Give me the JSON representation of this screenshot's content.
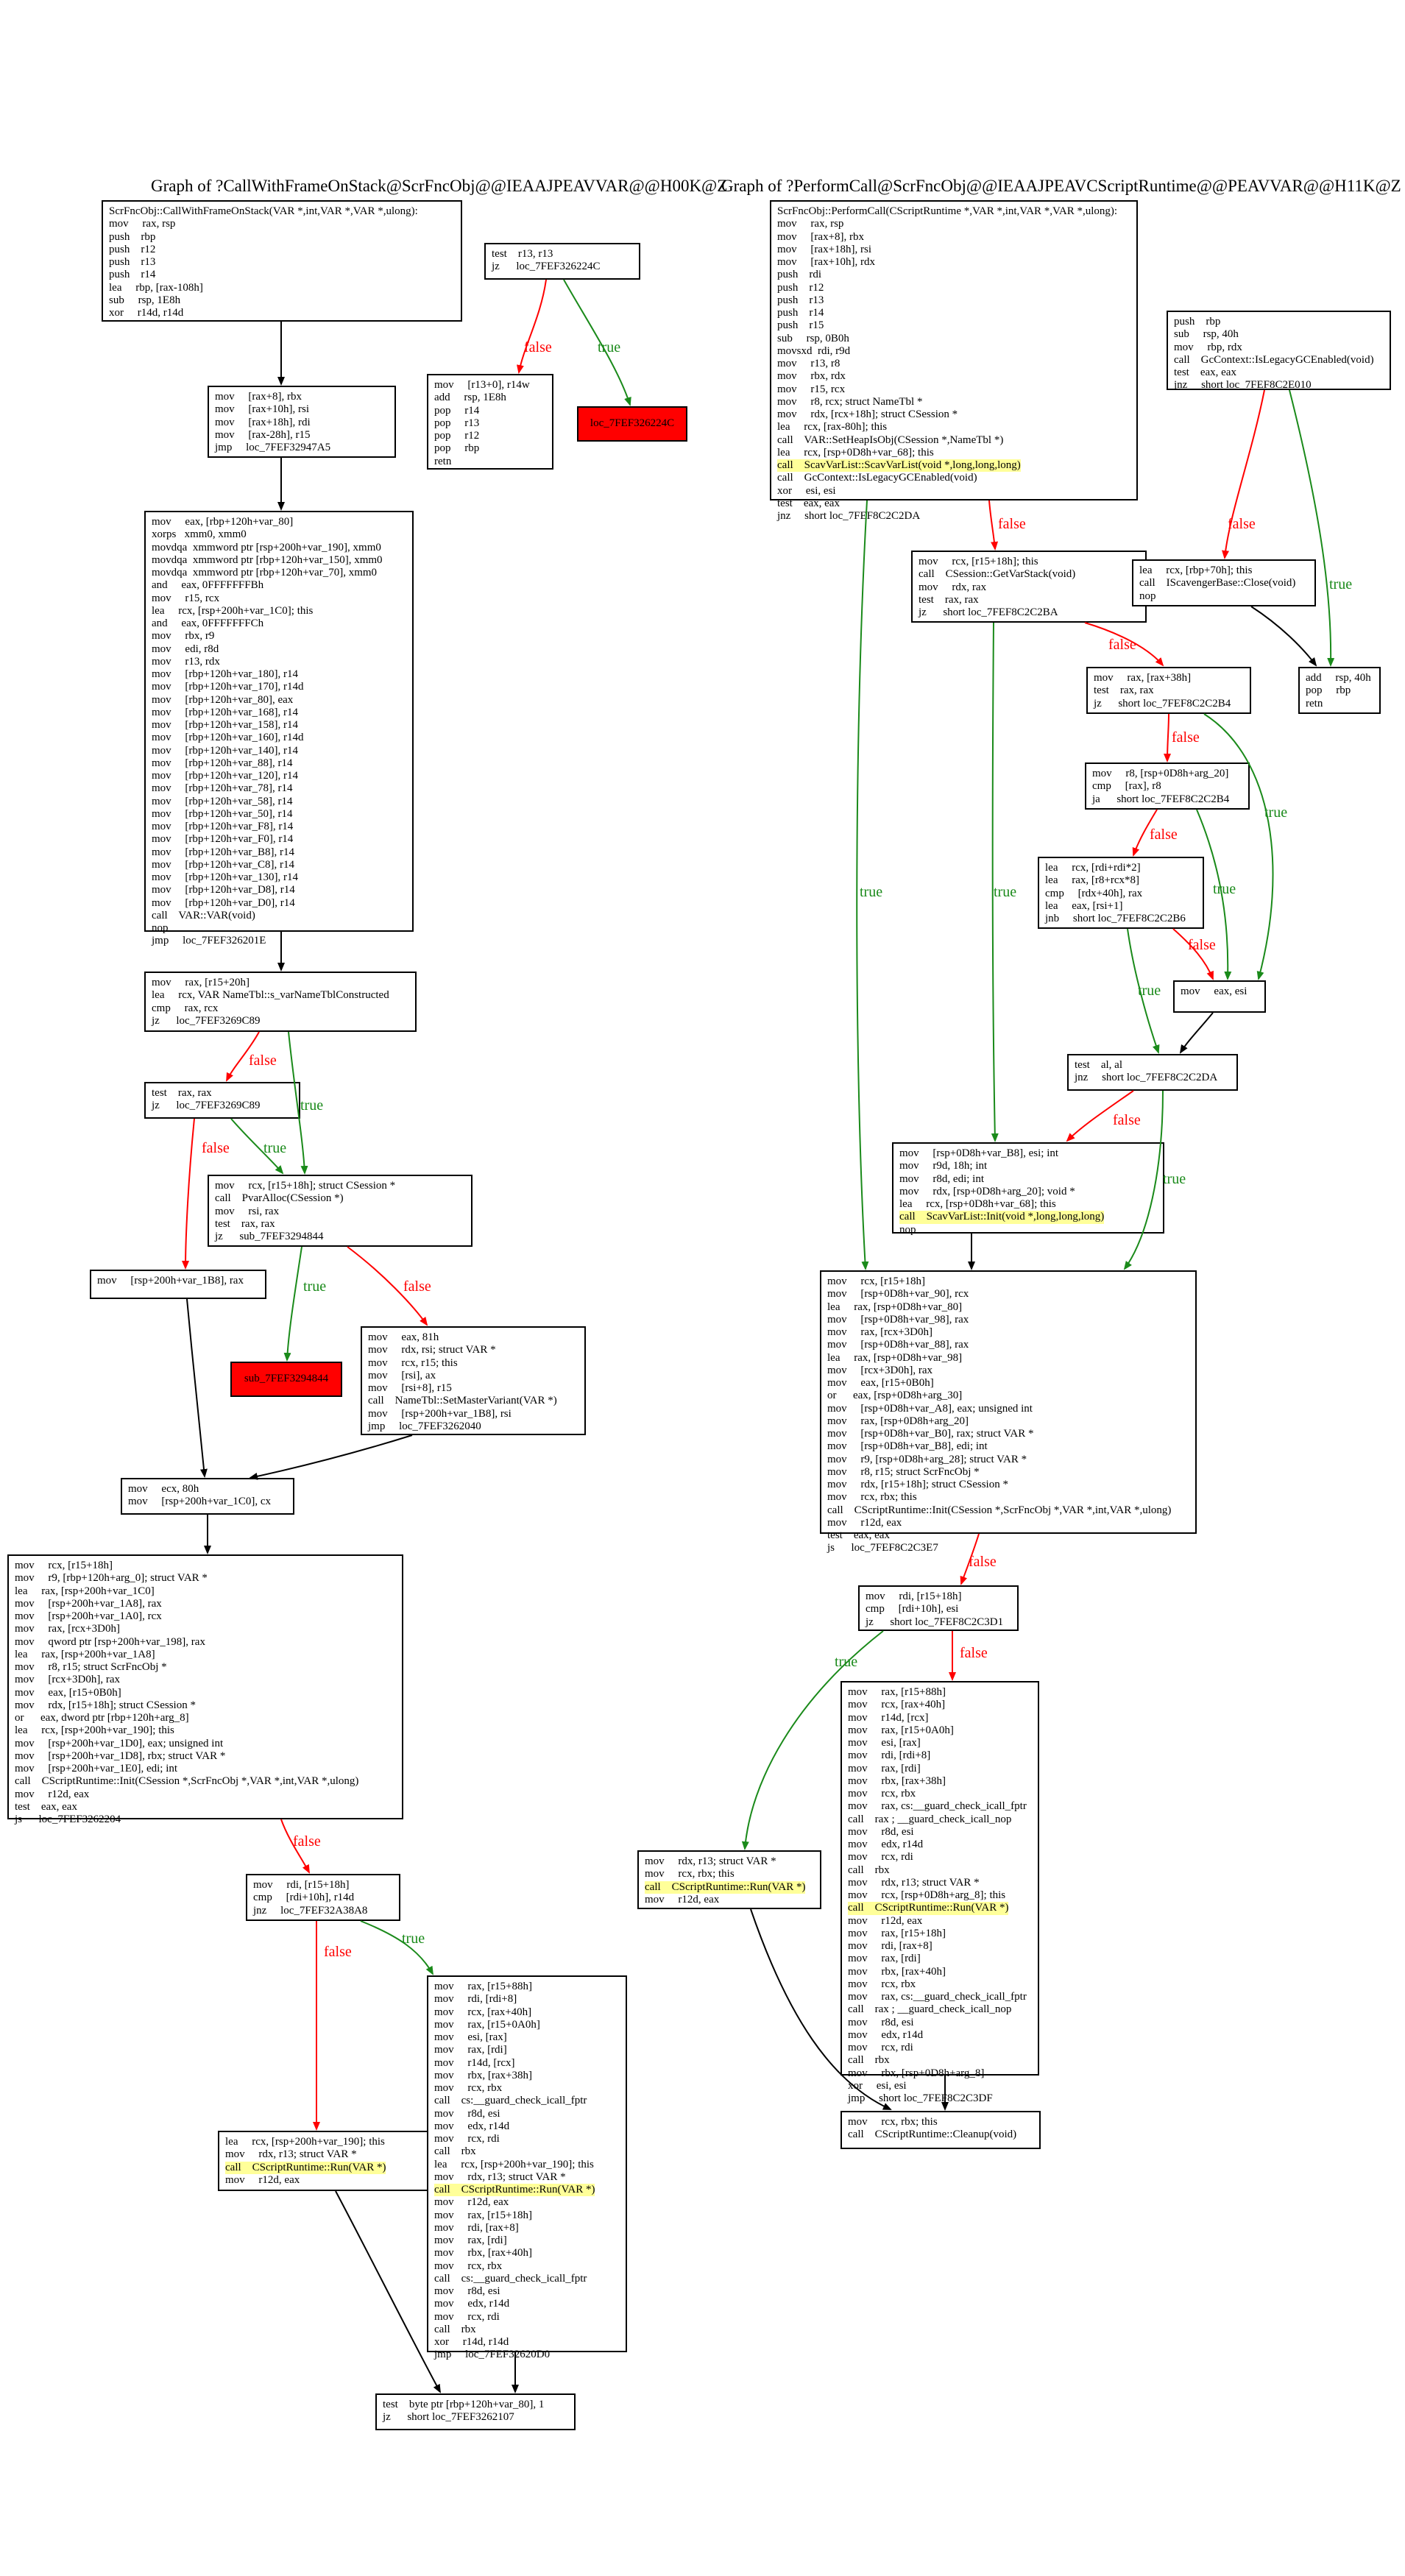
{
  "graphs": [
    {
      "title": "Graph of ?CallWithFrameOnStack@ScrFncObj@@IEAAJPEAVVAR@@H00K@Z"
    },
    {
      "title": "Graph of ?PerformCall@ScrFncObj@@IEAAJPEAVCScriptRuntime@@PEAVVAR@@H11K@Z"
    }
  ],
  "colors": {
    "true_edge": "#1a8a1a",
    "false_edge": "#ff0000",
    "error_node": "#ff0000",
    "highlight": "#ffff99"
  },
  "nodes": {
    "L1": [
      "ScrFncObj::CallWithFrameOnStack(VAR *,int,VAR *,VAR *,ulong):",
      "mov     rax, rsp",
      "push    rbp",
      "push    r12",
      "push    r13",
      "push    r14",
      "lea     rbp, [rax-108h]",
      "sub     rsp, 1E8h",
      "xor     r14d, r14d"
    ],
    "L2": [
      "test    r13, r13",
      "jz      loc_7FEF326224C"
    ],
    "L3": [
      "mov     [r13+0], r14w",
      "add     rsp, 1E8h",
      "pop     r14",
      "pop     r13",
      "pop     r12",
      "pop     rbp",
      "retn"
    ],
    "L4": [
      "loc_7FEF326224C"
    ],
    "L5": [
      "mov     [rax+8], rbx",
      "mov     [rax+10h], rsi",
      "mov     [rax+18h], rdi",
      "mov     [rax-28h], r15",
      "jmp     loc_7FEF32947A5"
    ],
    "L6": [
      "mov     eax, [rbp+120h+var_80]",
      "xorps   xmm0, xmm0",
      "movdqa  xmmword ptr [rsp+200h+var_190], xmm0",
      "movdqa  xmmword ptr [rbp+120h+var_150], xmm0",
      "movdqa  xmmword ptr [rbp+120h+var_70], xmm0",
      "and     eax, 0FFFFFFFBh",
      "mov     r15, rcx",
      "lea     rcx, [rsp+200h+var_1C0]; this",
      "and     eax, 0FFFFFFFCh",
      "mov     rbx, r9",
      "mov     edi, r8d",
      "mov     r13, rdx",
      "mov     [rbp+120h+var_180], r14",
      "mov     [rbp+120h+var_170], r14d",
      "mov     [rbp+120h+var_80], eax",
      "mov     [rbp+120h+var_168], r14",
      "mov     [rbp+120h+var_158], r14",
      "mov     [rbp+120h+var_160], r14d",
      "mov     [rbp+120h+var_140], r14",
      "mov     [rbp+120h+var_88], r14",
      "mov     [rbp+120h+var_120], r14",
      "mov     [rbp+120h+var_78], r14",
      "mov     [rbp+120h+var_58], r14",
      "mov     [rbp+120h+var_50], r14",
      "mov     [rbp+120h+var_F8], r14",
      "mov     [rbp+120h+var_F0], r14",
      "mov     [rbp+120h+var_B8], r14",
      "mov     [rbp+120h+var_C8], r14",
      "mov     [rbp+120h+var_130], r14",
      "mov     [rbp+120h+var_D8], r14",
      "mov     [rbp+120h+var_D0], r14",
      "call    VAR::VAR(void)",
      "nop",
      "jmp     loc_7FEF326201E"
    ],
    "L7": [
      "mov     rax, [r15+20h]",
      "lea     rcx, VAR NameTbl::s_varNameTblConstructed",
      "cmp     rax, rcx",
      "jz      loc_7FEF3269C89"
    ],
    "L8": [
      "test    rax, rax",
      "jz      loc_7FEF3269C89"
    ],
    "L9": [
      "mov     rcx, [r15+18h]; struct CSession *",
      "call    PvarAlloc(CSession *)",
      "mov     rsi, rax",
      "test    rax, rax",
      "jz      sub_7FEF3294844"
    ],
    "L10": [
      "mov     [rsp+200h+var_1B8], rax"
    ],
    "L11": [
      "sub_7FEF3294844"
    ],
    "L12": [
      "mov     eax, 81h",
      "mov     rdx, rsi; struct VAR *",
      "mov     rcx, r15; this",
      "mov     [rsi], ax",
      "mov     [rsi+8], r15",
      "call    NameTbl::SetMasterVariant(VAR *)",
      "mov     [rsp+200h+var_1B8], rsi",
      "jmp     loc_7FEF3262040"
    ],
    "L13": [
      "mov     ecx, 80h",
      "mov     [rsp+200h+var_1C0], cx"
    ],
    "L14": [
      "mov     rcx, [r15+18h]",
      "mov     r9, [rbp+120h+arg_0]; struct VAR *",
      "lea     rax, [rsp+200h+var_1C0]",
      "mov     [rsp+200h+var_1A8], rax",
      "mov     [rsp+200h+var_1A0], rcx",
      "mov     rax, [rcx+3D0h]",
      "mov     qword ptr [rsp+200h+var_198], rax",
      "lea     rax, [rsp+200h+var_1A8]",
      "mov     r8, r15; struct ScrFncObj *",
      "mov     [rcx+3D0h], rax",
      "mov     eax, [r15+0B0h]",
      "mov     rdx, [r15+18h]; struct CSession *",
      "or      eax, dword ptr [rbp+120h+arg_8]",
      "lea     rcx, [rsp+200h+var_190]; this",
      "mov     [rsp+200h+var_1D0], eax; unsigned int",
      "mov     [rsp+200h+var_1D8], rbx; struct VAR *",
      "mov     [rsp+200h+var_1E0], edi; int",
      "call    CScriptRuntime::Init(CSession *,ScrFncObj *,VAR *,int,VAR *,ulong)",
      "mov     r12d, eax",
      "test    eax, eax",
      "js      loc_7FEF3262204"
    ],
    "L15": [
      "mov     rdi, [r15+18h]",
      "cmp     [rdi+10h], r14d",
      "jnz     loc_7FEF32A38A8"
    ],
    "L16": [
      "lea     rcx, [rsp+200h+var_190]; this",
      "mov     rdx, r13; struct VAR *",
      "call    CScriptRuntime::Run(VAR *)",
      "mov     r12d, eax"
    ],
    "L17": [
      "mov     rax, [r15+88h]",
      "mov     rdi, [rdi+8]",
      "mov     rcx, [rax+40h]",
      "mov     rax, [r15+0A0h]",
      "mov     esi, [rax]",
      "mov     rax, [rdi]",
      "mov     r14d, [rcx]",
      "mov     rbx, [rax+38h]",
      "mov     rcx, rbx",
      "call    cs:__guard_check_icall_fptr",
      "mov     r8d, esi",
      "mov     edx, r14d",
      "mov     rcx, rdi",
      "call    rbx",
      "lea     rcx, [rsp+200h+var_190]; this",
      "mov     rdx, r13; struct VAR *",
      "call    CScriptRuntime::Run(VAR *)",
      "mov     r12d, eax",
      "mov     rax, [r15+18h]",
      "mov     rdi, [rax+8]",
      "mov     rax, [rdi]",
      "mov     rbx, [rax+40h]",
      "mov     rcx, rbx",
      "call    cs:__guard_check_icall_fptr",
      "mov     r8d, esi",
      "mov     edx, r14d",
      "mov     rcx, rdi",
      "call    rbx",
      "xor     r14d, r14d",
      "jmp     loc_7FEF32620D0"
    ],
    "L18": [
      "test    byte ptr [rbp+120h+var_80], 1",
      "jz      short loc_7FEF3262107"
    ],
    "R1": [
      "ScrFncObj::PerformCall(CScriptRuntime *,VAR *,int,VAR *,VAR *,ulong):",
      "mov     rax, rsp",
      "mov     [rax+8], rbx",
      "mov     [rax+18h], rsi",
      "mov     [rax+10h], rdx",
      "push    rdi",
      "push    r12",
      "push    r13",
      "push    r14",
      "push    r15",
      "sub     rsp, 0B0h",
      "movsxd  rdi, r9d",
      "mov     r13, r8",
      "mov     rbx, rdx",
      "mov     r15, rcx",
      "mov     r8, rcx; struct NameTbl *",
      "mov     rdx, [rcx+18h]; struct CSession *",
      "lea     rcx, [rax-80h]; this",
      "call    VAR::SetHeapIsObj(CSession *,NameTbl *)",
      "lea     rcx, [rsp+0D8h+var_68]; this",
      "call    ScavVarList::ScavVarList(void *,long,long,long)",
      "call    GcContext::IsLegacyGCEnabled(void)",
      "xor     esi, esi",
      "test    eax, eax",
      "jnz     short loc_7FEF8C2C2DA"
    ],
    "R2": [
      "push    rbp",
      "sub     rsp, 40h",
      "mov     rbp, rdx",
      "call    GcContext::IsLegacyGCEnabled(void)",
      "test    eax, eax",
      "jnz     short loc_7FEF8C2E010"
    ],
    "R3": [
      "mov     rcx, [r15+18h]; this",
      "call    CSession::GetVarStack(void)",
      "mov     rdx, rax",
      "test    rax, rax",
      "jz      short loc_7FEF8C2C2BA"
    ],
    "R4": [
      "lea     rcx, [rbp+70h]; this",
      "call    IScavengerBase::Close(void)",
      "nop"
    ],
    "R5": [
      "add     rsp, 40h",
      "pop     rbp",
      "retn"
    ],
    "R6": [
      "mov     rax, [rax+38h]",
      "test    rax, rax",
      "jz      short loc_7FEF8C2C2B4"
    ],
    "R7": [
      "mov     r8, [rsp+0D8h+arg_20]",
      "cmp     [rax], r8",
      "ja      short loc_7FEF8C2C2B4"
    ],
    "R8": [
      "lea     rcx, [rdi+rdi*2]",
      "lea     rax, [r8+rcx*8]",
      "cmp     [rdx+40h], rax",
      "lea     eax, [rsi+1]",
      "jnb     short loc_7FEF8C2C2B6"
    ],
    "R9": [
      "mov     eax, esi"
    ],
    "R10": [
      "test    al, al",
      "jnz     short loc_7FEF8C2C2DA"
    ],
    "R11": [
      "mov     [rsp+0D8h+var_B8], esi; int",
      "mov     r9d, 18h; int",
      "mov     r8d, edi; int",
      "mov     rdx, [rsp+0D8h+arg_20]; void *",
      "lea     rcx, [rsp+0D8h+var_68]; this",
      "call    ScavVarList::Init(void *,long,long,long)",
      "nop"
    ],
    "R12": [
      "mov     rcx, [r15+18h]",
      "mov     [rsp+0D8h+var_90], rcx",
      "lea     rax, [rsp+0D8h+var_80]",
      "mov     [rsp+0D8h+var_98], rax",
      "mov     rax, [rcx+3D0h]",
      "mov     [rsp+0D8h+var_88], rax",
      "lea     rax, [rsp+0D8h+var_98]",
      "mov     [rcx+3D0h], rax",
      "mov     eax, [r15+0B0h]",
      "or      eax, [rsp+0D8h+arg_30]",
      "mov     [rsp+0D8h+var_A8], eax; unsigned int",
      "mov     rax, [rsp+0D8h+arg_20]",
      "mov     [rsp+0D8h+var_B0], rax; struct VAR *",
      "mov     [rsp+0D8h+var_B8], edi; int",
      "mov     r9, [rsp+0D8h+arg_28]; struct VAR *",
      "mov     r8, r15; struct ScrFncObj *",
      "mov     rdx, [r15+18h]; struct CSession *",
      "mov     rcx, rbx; this",
      "call    CScriptRuntime::Init(CSession *,ScrFncObj *,VAR *,int,VAR *,ulong)",
      "mov     r12d, eax",
      "test    eax, eax",
      "js      loc_7FEF8C2C3E7"
    ],
    "R13": [
      "mov     rdi, [r15+18h]",
      "cmp     [rdi+10h], esi",
      "jz      short loc_7FEF8C2C3D1"
    ],
    "R14": [
      "mov     rdx, r13; struct VAR *",
      "mov     rcx, rbx; this",
      "call    CScriptRuntime::Run(VAR *)",
      "mov     r12d, eax"
    ],
    "R15": [
      "mov     rax, [r15+88h]",
      "mov     rcx, [rax+40h]",
      "mov     r14d, [rcx]",
      "mov     rax, [r15+0A0h]",
      "mov     esi, [rax]",
      "mov     rdi, [rdi+8]",
      "mov     rax, [rdi]",
      "mov     rbx, [rax+38h]",
      "mov     rcx, rbx",
      "mov     rax, cs:__guard_check_icall_fptr",
      "call    rax ; __guard_check_icall_nop",
      "mov     r8d, esi",
      "mov     edx, r14d",
      "mov     rcx, rdi",
      "call    rbx",
      "mov     rdx, r13; struct VAR *",
      "mov     rcx, [rsp+0D8h+arg_8]; this",
      "call    CScriptRuntime::Run(VAR *)",
      "mov     r12d, eax",
      "mov     rax, [r15+18h]",
      "mov     rdi, [rax+8]",
      "mov     rax, [rdi]",
      "mov     rbx, [rax+40h]",
      "mov     rcx, rbx",
      "mov     rax, cs:__guard_check_icall_fptr",
      "call    rax ; __guard_check_icall_nop",
      "mov     r8d, esi",
      "mov     edx, r14d",
      "mov     rcx, rdi",
      "call    rbx",
      "mov     rbx, [rsp+0D8h+arg_8]",
      "xor     esi, esi",
      "jmp     short loc_7FEF8C2C3DF"
    ],
    "R16": [
      "mov     rcx, rbx; this",
      "call    CScriptRuntime::Cleanup(void)"
    ]
  },
  "edge_labels": {
    "true": "true",
    "false": "false"
  }
}
